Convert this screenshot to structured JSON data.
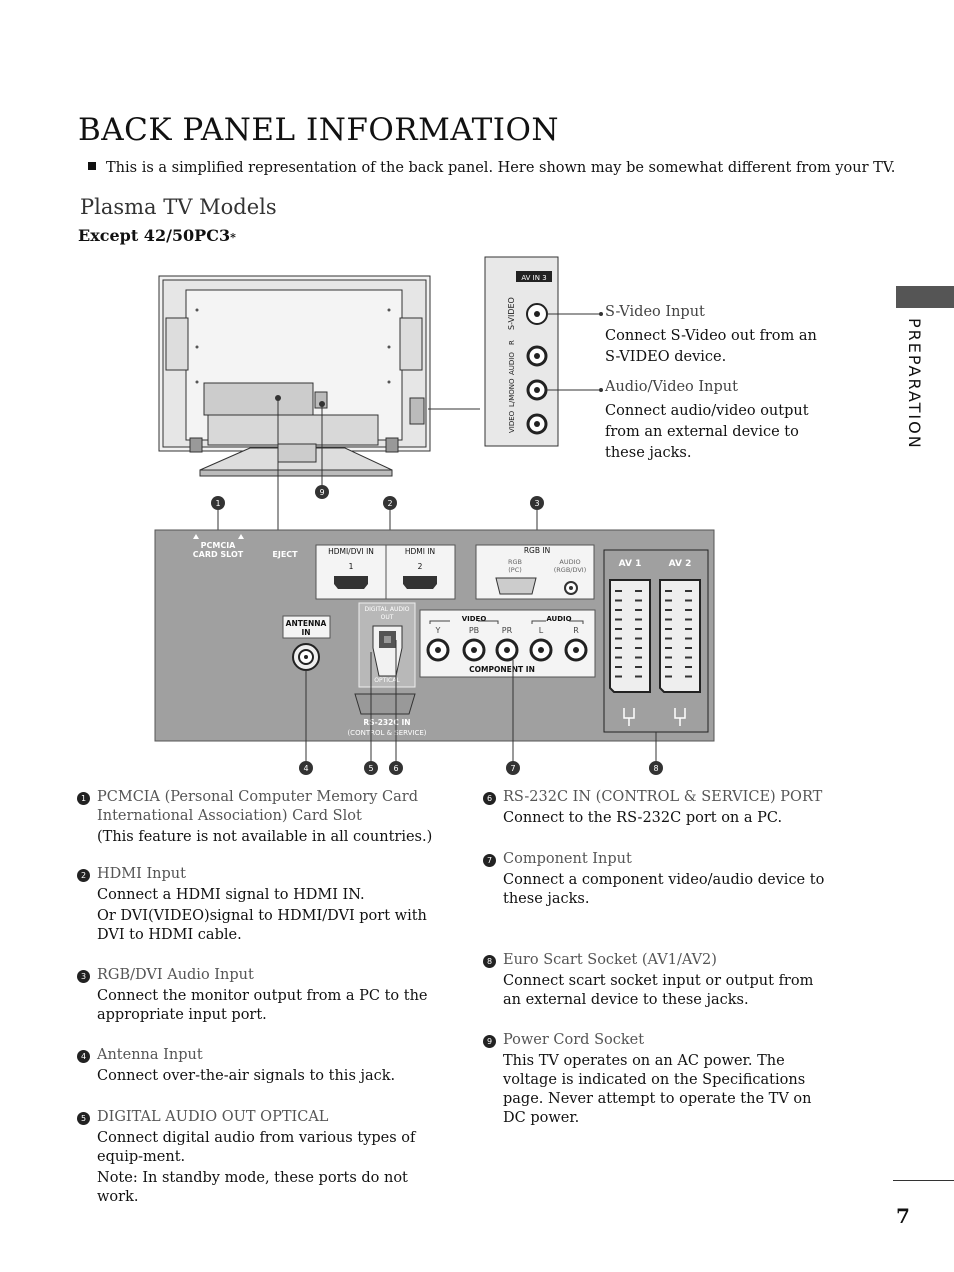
{
  "page": {
    "title": "BACK PANEL INFORMATION",
    "note": "This is a simplified representation of the back panel. Here shown may be somewhat different from your TV.",
    "section_title": "Plasma TV Models",
    "model_note": "Except 42/50PC3",
    "model_star": "*",
    "side_label": "PREPARATION",
    "page_number": "7"
  },
  "callouts": {
    "svideo_title": "S-Video Input",
    "svideo_desc": "Connect S-Video out from an S-VIDEO device.",
    "av_title": "Audio/Video Input",
    "av_desc": "Connect audio/video output from an external device to these jacks."
  },
  "diagram": {
    "av_in3": "AV IN 3",
    "svideo": "S-VIDEO",
    "video_label": "VIDEO",
    "mono_label": "L/MONO",
    "audio_label": "AUDIO",
    "r_label": "R",
    "pcmcia": "PCMCIA",
    "card_slot": "CARD SLOT",
    "eject": "EJECT",
    "hdmi_dvi_in": "HDMI/DVI IN",
    "hdmi_in": "HDMI IN",
    "hdmi_1": "1",
    "hdmi_2": "2",
    "rgb_in": "RGB IN",
    "rgb_pc_1": "RGB",
    "rgb_pc_2": "(PC)",
    "audio_rgb_1": "AUDIO",
    "audio_rgb_2": "(RGB/DVI)",
    "av1": "AV 1",
    "av2": "AV 2",
    "antenna_1": "ANTENNA",
    "antenna_2": "IN",
    "digital_audio_1": "DIGITAL AUDIO",
    "digital_audio_2": "OUT",
    "optical": "OPTICAL",
    "video_group": "VIDEO",
    "audio_group": "AUDIO",
    "y": "Y",
    "pb": "PB",
    "pr": "PR",
    "l": "L",
    "r": "R",
    "component_in": "COMPONENT IN",
    "rs232c_in": "RS-232C IN",
    "control_service": "(CONTROL & SERVICE)",
    "markers": [
      "1",
      "2",
      "3",
      "4",
      "5",
      "6",
      "7",
      "8",
      "9"
    ]
  },
  "items_left": [
    {
      "n": "1",
      "title": "PCMCIA (Personal Computer Memory Card International Association) Card Slot",
      "body": [
        "(This feature is not available in all countries.)"
      ]
    },
    {
      "n": "2",
      "title": "HDMI Input",
      "body": [
        "Connect a HDMI signal to HDMI IN.",
        "Or DVI(VIDEO)signal to HDMI/DVI port with DVI to HDMI cable."
      ]
    },
    {
      "n": "3",
      "title": "RGB/DVI Audio Input",
      "body": [
        "Connect the monitor output from a PC to the appropriate input port."
      ]
    },
    {
      "n": "4",
      "title": "Antenna Input",
      "body": [
        "Connect over-the-air signals to this jack."
      ]
    },
    {
      "n": "5",
      "title": "DIGITAL AUDIO OUT OPTICAL",
      "body": [
        "Connect digital audio from various types of equip-ment.",
        "Note: In standby mode, these ports do not work."
      ]
    }
  ],
  "items_right": [
    {
      "n": "6",
      "title": "RS-232C IN (CONTROL & SERVICE) PORT",
      "body": [
        "Connect to the RS-232C port on a PC."
      ]
    },
    {
      "n": "7",
      "title": "Component Input",
      "body": [
        "Connect a component video/audio device to these jacks."
      ]
    },
    {
      "n": "8",
      "title": "Euro Scart Socket (AV1/AV2)",
      "body": [
        "Connect scart socket input or output from an external device to these jacks."
      ]
    },
    {
      "n": "9",
      "title": "Power Cord Socket",
      "body": [
        "This TV operates on an AC power. The voltage is indicated on the Specifications page. Never attempt to operate the TV on DC power."
      ]
    }
  ]
}
